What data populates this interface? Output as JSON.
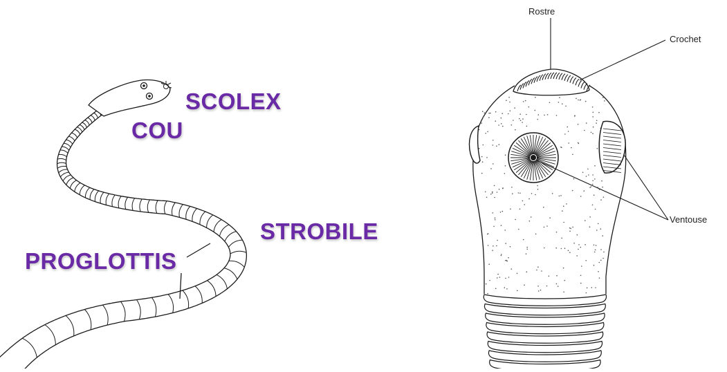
{
  "colors": {
    "label": "#6a2aa6",
    "ink": "#1a1a1a"
  },
  "worm": {
    "labels": {
      "scolex": "SCOLEX",
      "neck": "COU",
      "strobile": "STROBILE",
      "proglottis": "PROGLOTTIS"
    }
  },
  "scolex_detail": {
    "labels": {
      "rostre": "Rostre",
      "crochet": "Crochet",
      "ventouse": "Ventouse"
    }
  }
}
